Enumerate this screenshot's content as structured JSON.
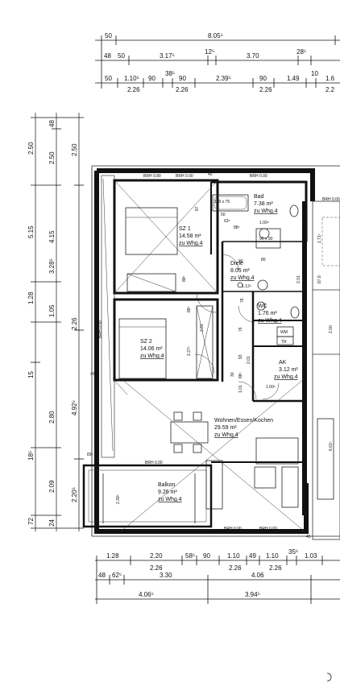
{
  "rooms": {
    "bad": {
      "name": "Bad",
      "area": "7.38 m²",
      "link": "zu Whg.4"
    },
    "sz1": {
      "name": "SZ 1",
      "area": "14.58 m²",
      "link": "zu Whg.4"
    },
    "diele": {
      "name": "Diele",
      "area": "8.05 m²",
      "link": "zu Whg.4"
    },
    "wc": {
      "name": "WC",
      "area": "1.76 m²",
      "link": "zu Whg.4"
    },
    "sz2": {
      "name": "SZ 2",
      "area": "14.06 m²",
      "link": "zu Whg.4"
    },
    "ak": {
      "name": "AK",
      "area": "3.12 m²",
      "link": "zu Whg.4"
    },
    "wohnen": {
      "name": "Wohnen/Essen/Kochen",
      "area": "29.59 m²",
      "link": "zu Whg.4"
    },
    "balkon": {
      "name": "Balkon",
      "area": "9.26 m²",
      "link": "zu Whg.4"
    }
  },
  "top_dims": {
    "row1": [
      "50",
      "8.05⁵"
    ],
    "row2": [
      "48",
      "50",
      "3.17⁵",
      "12⁵",
      "3.70",
      "28⁵"
    ],
    "row3": [
      "50",
      "1.10⁵",
      "90",
      "38⁵",
      "90",
      "2.39⁵",
      "90",
      "1.49",
      "10",
      "1.6"
    ],
    "row4": [
      "2.26",
      "2.26",
      "2.26",
      "2.2"
    ]
  },
  "bottom_dims": {
    "row1": [
      "1.28",
      "2.20",
      "58⁵",
      "90",
      "1.10",
      "49",
      "1.10",
      "35⁶",
      "1.03"
    ],
    "row2": [
      "2.26",
      "2.26",
      "2.26"
    ],
    "row3": [
      "48",
      "62⁵",
      "3.30",
      "4.06"
    ],
    "row4": [
      "4.06⁵",
      "3.94⁵"
    ]
  },
  "left_dims": {
    "col1": [
      "2.50",
      "5.15",
      "1.28",
      "15",
      "18⁵",
      "72"
    ],
    "col2": [
      "48",
      "2.50",
      "4.15",
      "1.05",
      "2.80",
      "2.09",
      "24"
    ],
    "col3": [
      "2.50",
      "2.26",
      "3.28⁵",
      "4.92⁵",
      "2.20⁵"
    ]
  },
  "labels": {
    "brh_a": "BRH 0.80",
    "brh_b": "BRH 0.00",
    "tub": "170 x 75",
    "shower": "90 x 90",
    "wm": "WM",
    "tr": "TR",
    "r45": "45",
    "r83": "83⁵",
    "r63": "63⁵",
    "r88": "88⁵",
    "r100": "1.00⁵",
    "r112": "1.12⁵",
    "r90": "90",
    "r78": "78",
    "r76": "76",
    "r93": "93",
    "r30": "30",
    "r201a": "2.01",
    "r201b": "2.01",
    "r101": "1.01",
    "r227": "2.27⁵",
    "r281": "2.81",
    "r200": "2.00",
    "r661": "6.61⁵",
    "r239": "2.39⁵",
    "r87": "87",
    "r80": "80",
    "r171": "1.71⁵",
    "r87b": "87.8",
    "r50": "50",
    "r1005": "1.00⁵",
    "brh_l": "BRH 0.00"
  }
}
